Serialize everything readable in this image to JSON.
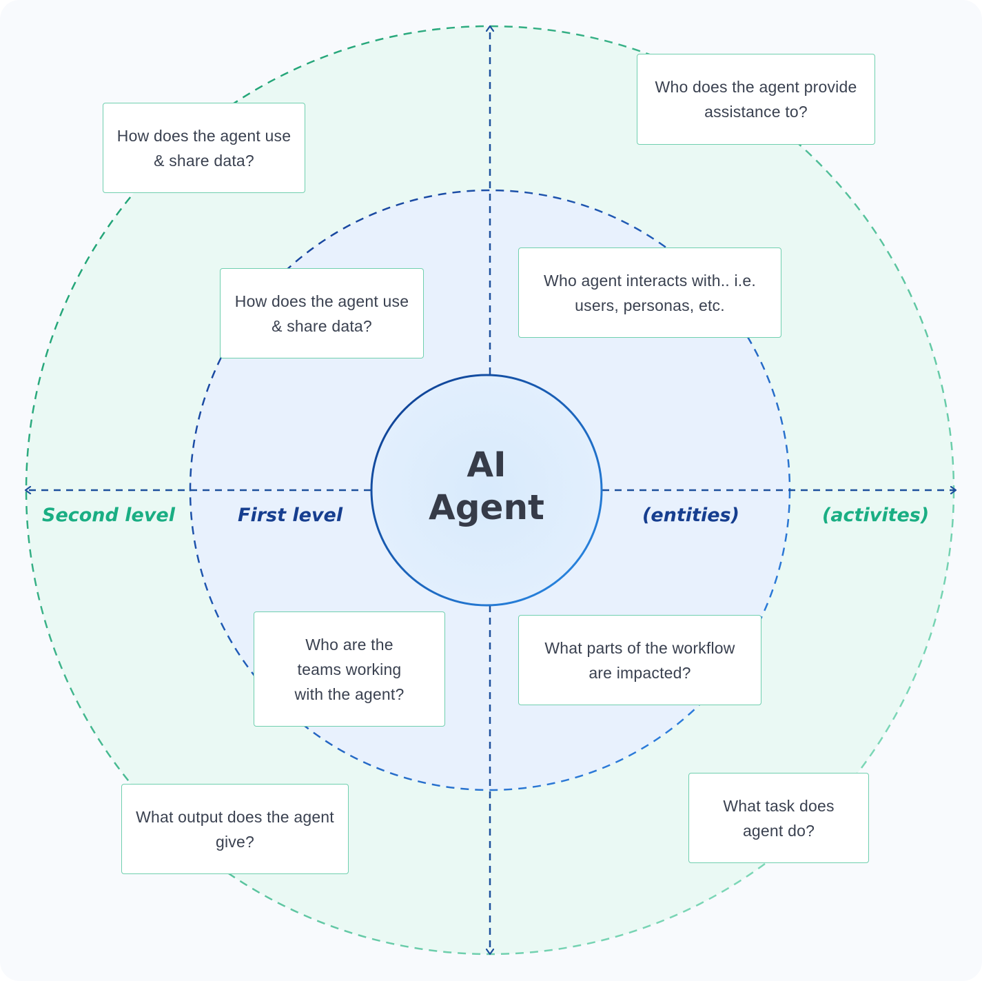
{
  "center": {
    "line1": "AI",
    "line2": "Agent"
  },
  "labels": {
    "second_level": "Second level",
    "first_level": "First level",
    "entities": "(entities)",
    "activities": "(activites)"
  },
  "boxes": {
    "outer_top_left": "How does the agent use & share data?",
    "outer_top_right": "Who does the agent provide assistance to?",
    "inner_top_left": "How does the agent use & share data?",
    "inner_top_right": "Who agent interacts with.. i.e. users, personas, etc.",
    "inner_bottom_left": "Who are the teams working with the agent?",
    "inner_bottom_right": "What parts of the workflow are impacted?",
    "outer_bottom_left": "What output does the agent give?",
    "outer_bottom_right": "What task does agent do?"
  },
  "colors": {
    "outer_fill": "#eaf9f4",
    "inner_fill": "#e8f1fd",
    "green_accent": "#1aae83",
    "blue_accent": "#163e8f",
    "box_border": "#6fcfae"
  }
}
